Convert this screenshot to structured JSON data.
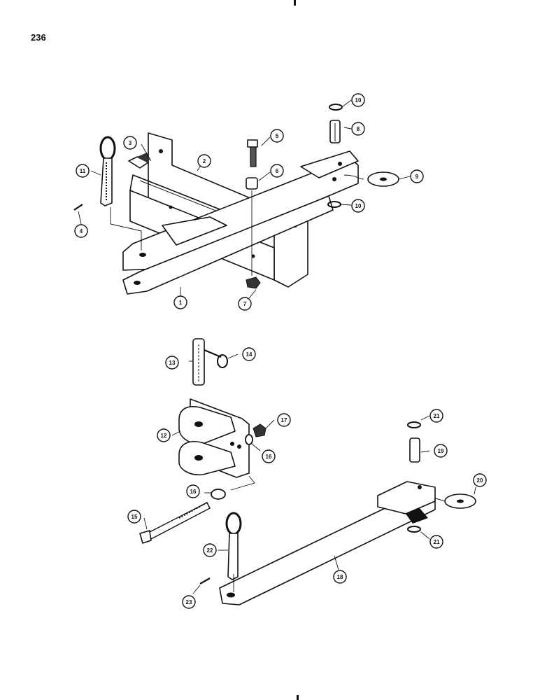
{
  "page": {
    "number": "236"
  },
  "callouts": [
    {
      "id": "c1",
      "label": "1"
    },
    {
      "id": "c2",
      "label": "2"
    },
    {
      "id": "c3",
      "label": "3"
    },
    {
      "id": "c4",
      "label": "4"
    },
    {
      "id": "c5",
      "label": "5"
    },
    {
      "id": "c6",
      "label": "6"
    },
    {
      "id": "c7",
      "label": "7"
    },
    {
      "id": "c8",
      "label": "8"
    },
    {
      "id": "c9",
      "label": "9"
    },
    {
      "id": "c10a",
      "label": "10"
    },
    {
      "id": "c10b",
      "label": "10"
    },
    {
      "id": "c11",
      "label": "11"
    },
    {
      "id": "c12",
      "label": "12"
    },
    {
      "id": "c13",
      "label": "13"
    },
    {
      "id": "c14",
      "label": "14"
    },
    {
      "id": "c15",
      "label": "15"
    },
    {
      "id": "c16a",
      "label": "16"
    },
    {
      "id": "c16b",
      "label": "16"
    },
    {
      "id": "c17",
      "label": "17"
    },
    {
      "id": "c18",
      "label": "18"
    },
    {
      "id": "c19",
      "label": "19"
    },
    {
      "id": "c20",
      "label": "20"
    },
    {
      "id": "c21a",
      "label": "21"
    },
    {
      "id": "c21b",
      "label": "21"
    },
    {
      "id": "c22",
      "label": "22"
    },
    {
      "id": "c23",
      "label": "23"
    }
  ]
}
